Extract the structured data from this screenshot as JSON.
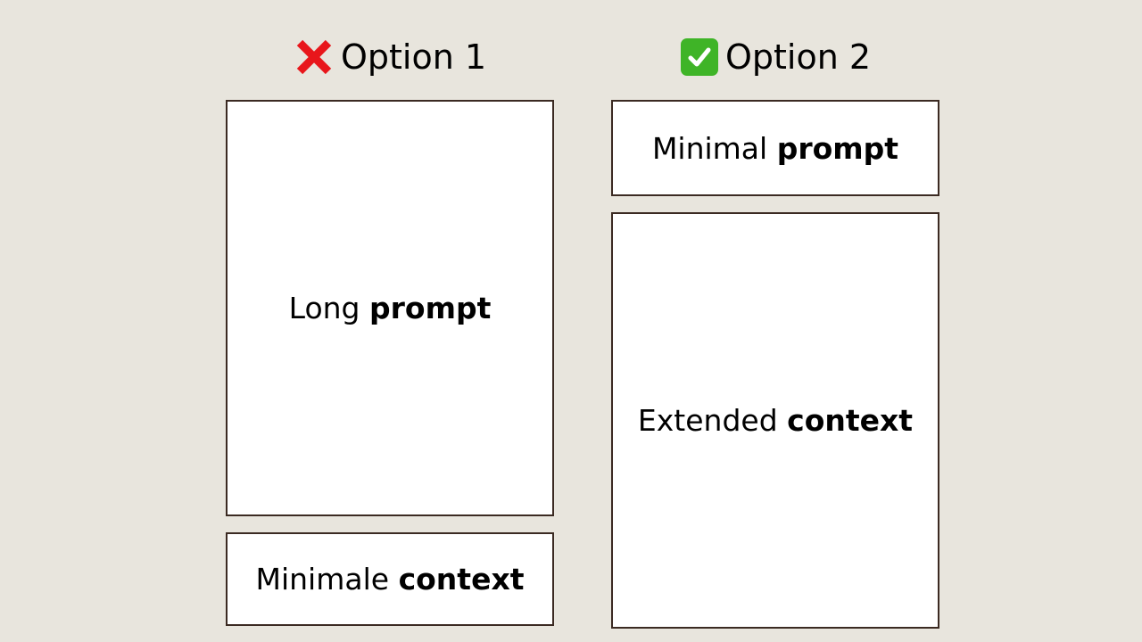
{
  "options": [
    {
      "icon": "cross-mark-icon",
      "title": "Option 1",
      "boxes": [
        {
          "regular": "Long",
          "bold": "prompt"
        },
        {
          "regular": "Minimale",
          "bold": "context"
        }
      ]
    },
    {
      "icon": "check-mark-icon",
      "title": "Option 2",
      "boxes": [
        {
          "regular": "Minimal",
          "bold": "prompt"
        },
        {
          "regular": "Extended",
          "bold": "context"
        }
      ]
    }
  ],
  "colors": {
    "background": "#e8e5dd",
    "box_fill": "#ffffff",
    "box_border": "#3b2a22",
    "cross": "#e8161b",
    "check_badge": "#3fb427"
  }
}
